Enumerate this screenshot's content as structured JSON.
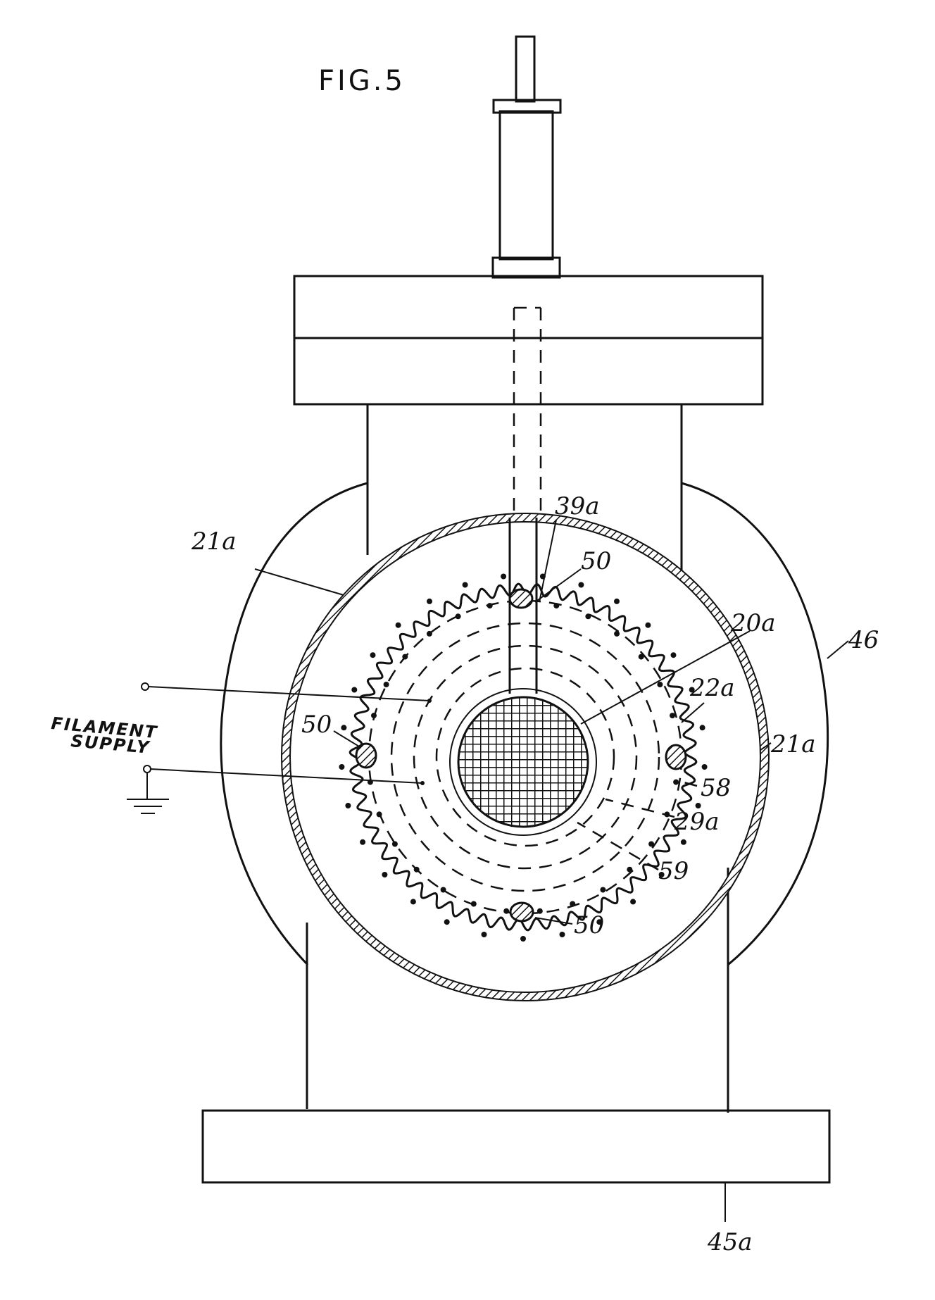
{
  "figure": {
    "title": "FIG.5",
    "labels": {
      "l39a": "39a",
      "l50_top": "50",
      "l21a_left": "21a",
      "l20a": "20a",
      "l46": "46",
      "l22a": "22a",
      "l21a_right": "21a",
      "l50_left": "50",
      "l58": "58",
      "l29a": "29a",
      "l59": "59",
      "l50_bottom": "50",
      "l45a": "45a",
      "filament_line1": "FILAMENT",
      "filament_line2": "SUPPLY"
    }
  }
}
